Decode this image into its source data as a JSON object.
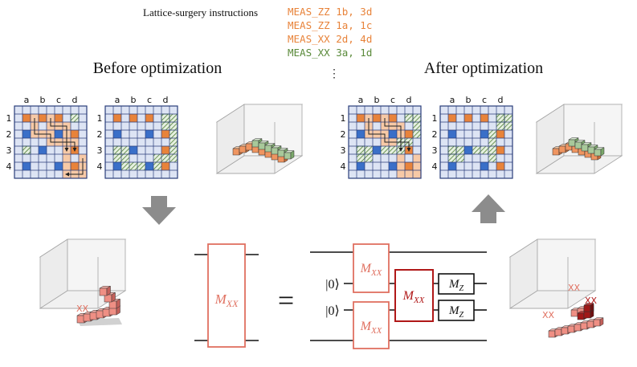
{
  "header": {
    "instructions_label": "Lattice-surgery instructions",
    "instructions": [
      {
        "text": "MEAS_ZZ 1b, 3d",
        "color": "#e8833a"
      },
      {
        "text": "MEAS_ZZ 1a, 1c",
        "color": "#e8833a"
      },
      {
        "text": "MEAS_XX 2d, 4d",
        "color": "#e8833a"
      },
      {
        "text": "MEAS_XX 3a, 1d",
        "color": "#5a8a3a"
      }
    ],
    "ellipsis": "⋮"
  },
  "sections": {
    "before_title": "Before optimization",
    "after_title": "After optimization"
  },
  "grid": {
    "col_labels": [
      "a",
      "b",
      "c",
      "d"
    ],
    "row_labels": [
      "1",
      "2",
      "3",
      "4"
    ]
  },
  "circuit": {
    "lhs_gate": "M",
    "lhs_sub": "XX",
    "equals": "=",
    "ket1": "|0⟩",
    "ket2": "|0⟩",
    "gate_top": "M",
    "gate_top_sub": "XX",
    "gate_bottom": "M",
    "gate_bottom_sub": "XX",
    "gate_mid": "M",
    "gate_mid_sub": "XX",
    "meas1": "M",
    "meas1_sub": "Z",
    "meas2": "M",
    "meas2_sub": "Z"
  },
  "cube_labels": {
    "left": "XX",
    "right_top": "XX",
    "right_tr": "XX",
    "right_left": "XX"
  },
  "colors": {
    "grid_bg": "#dde4f4",
    "grid_line": "#2a3d7a",
    "blue_cell": "#3a6fc8",
    "orange_cell": "#e8833a",
    "orange_light": "#f7c9a6",
    "green_cell": "#5a8a3a",
    "gate_red": "#e07060",
    "gate_dark": "#b01818",
    "cube_salmon": "#ef8f84",
    "arrow_gray": "#8c8c8c"
  }
}
